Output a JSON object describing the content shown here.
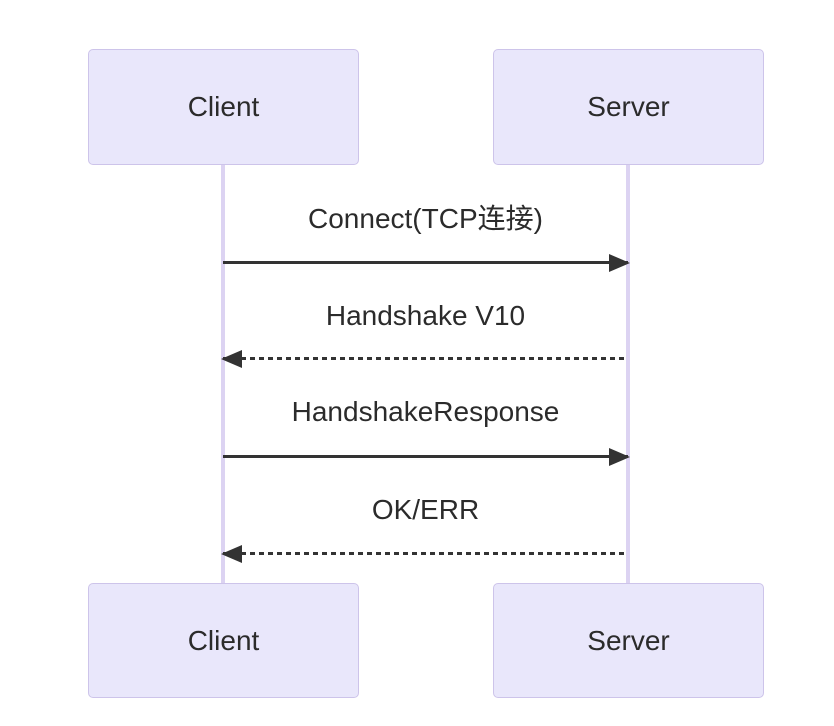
{
  "diagram": {
    "type": "sequence",
    "background": "#ffffff",
    "colors": {
      "actor_fill": "#e9e7fb",
      "actor_border": "#cdc4ea",
      "lifeline": "#dcd3f2",
      "arrow": "#333333",
      "text": "#2b2b2b"
    },
    "actors": [
      {
        "id": "client",
        "label": "Client"
      },
      {
        "id": "server",
        "label": "Server"
      }
    ],
    "messages": [
      {
        "label": "Connect(TCP连接)",
        "from": "client",
        "to": "server",
        "line": "solid",
        "arrow": "solid-right"
      },
      {
        "label": "Handshake V10",
        "from": "server",
        "to": "client",
        "line": "dashed",
        "arrow": "dashed-left"
      },
      {
        "label": "HandshakeResponse",
        "from": "client",
        "to": "server",
        "line": "solid",
        "arrow": "solid-right"
      },
      {
        "label": "OK/ERR",
        "from": "server",
        "to": "client",
        "line": "dashed",
        "arrow": "dashed-left"
      }
    ]
  }
}
